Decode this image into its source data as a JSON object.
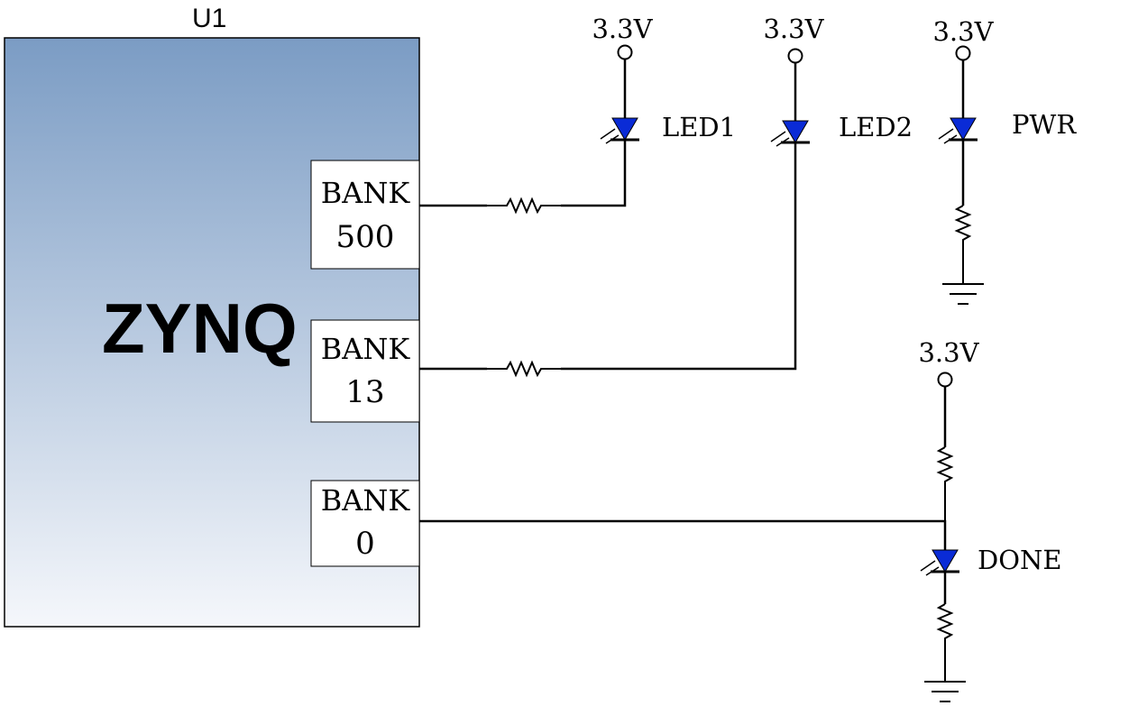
{
  "chip": {
    "designator": "U1",
    "name": "ZYNQ",
    "banks": [
      {
        "line1": "BANK",
        "line2": "500"
      },
      {
        "line1": "BANK",
        "line2": "13"
      },
      {
        "line1": "BANK",
        "line2": "0"
      }
    ]
  },
  "supplies": [
    {
      "label": "3.3V"
    },
    {
      "label": "3.3V"
    },
    {
      "label": "3.3V"
    },
    {
      "label": "3.3V"
    }
  ],
  "leds": [
    {
      "label": "LED1"
    },
    {
      "label": "LED2"
    },
    {
      "label": "PWR"
    },
    {
      "label": "DONE"
    }
  ],
  "colors": {
    "chip_gradient_top": "#7b9cc4",
    "chip_gradient_bottom": "#f5f7fb",
    "led_fill": "#0a2bd6"
  }
}
